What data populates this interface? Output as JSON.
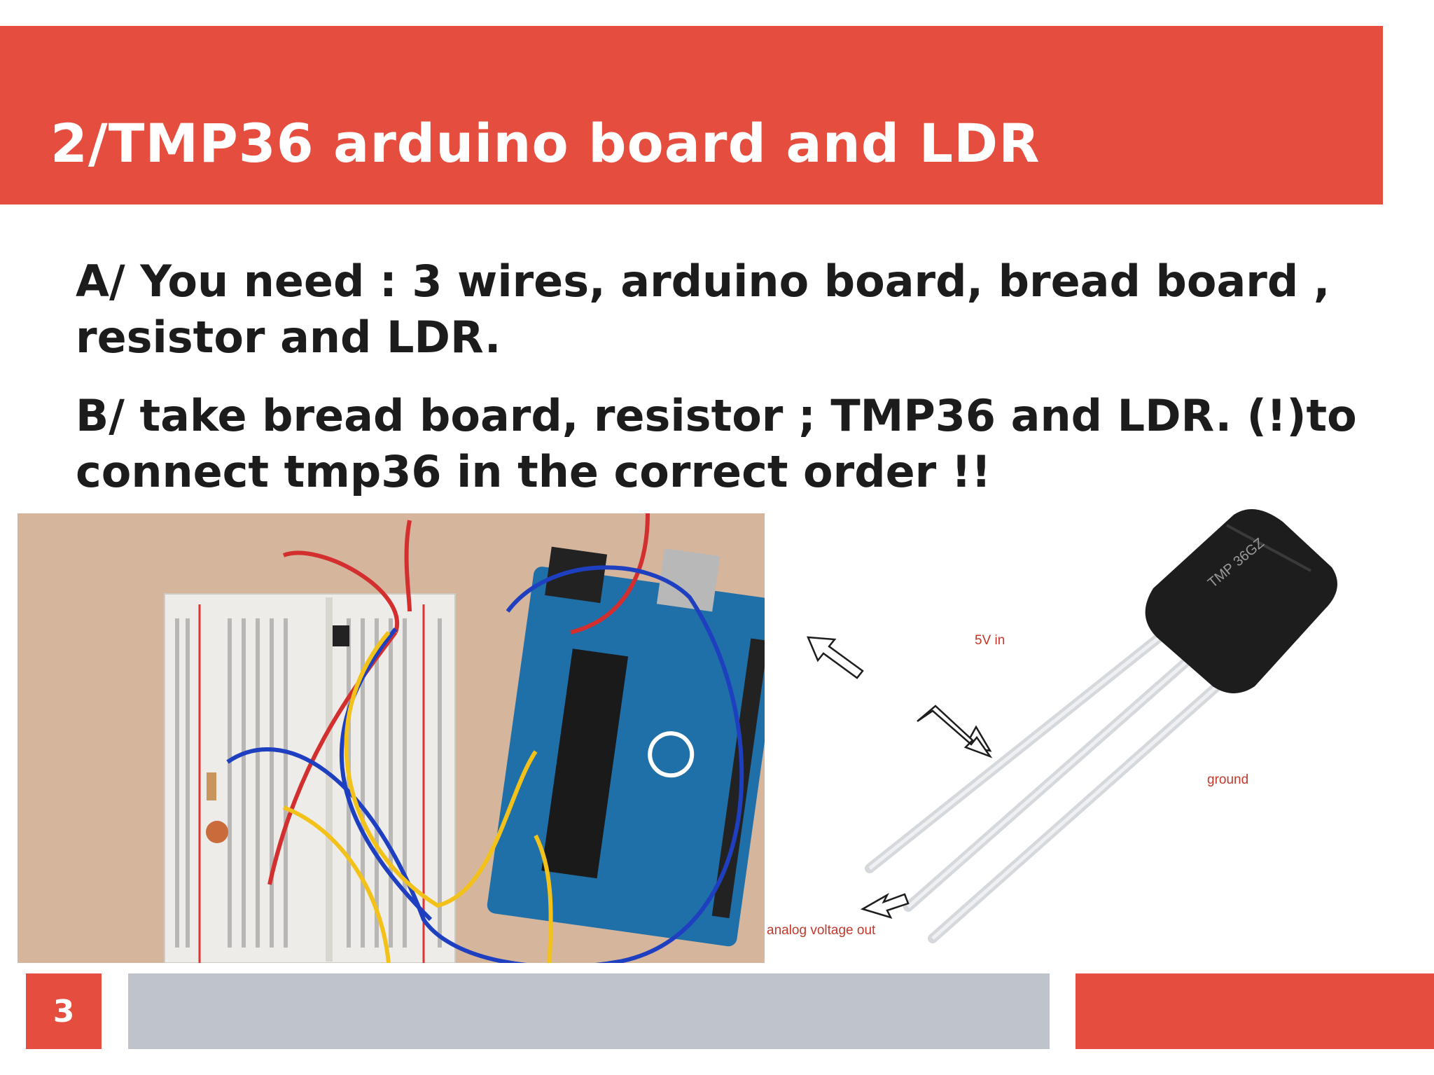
{
  "slide": {
    "title": "2/TMP36 arduino board and LDR",
    "para_a": "A/ You need :   3 wires, arduino board, bread board , resistor and LDR.",
    "para_b": "B/ take  bread board, resistor ; TMP36 and LDR. (!)to connect tmp36 in the correct order !!",
    "page_number": "3"
  },
  "diagram": {
    "label_5v": "5V in",
    "label_ground": "ground",
    "label_analog": "analog voltage out",
    "chip_marking": "TMP 36GZ"
  },
  "colors": {
    "accent_red": "#e54e3f",
    "footer_gray": "#bfc3ca",
    "text": "#1c1c1c"
  }
}
